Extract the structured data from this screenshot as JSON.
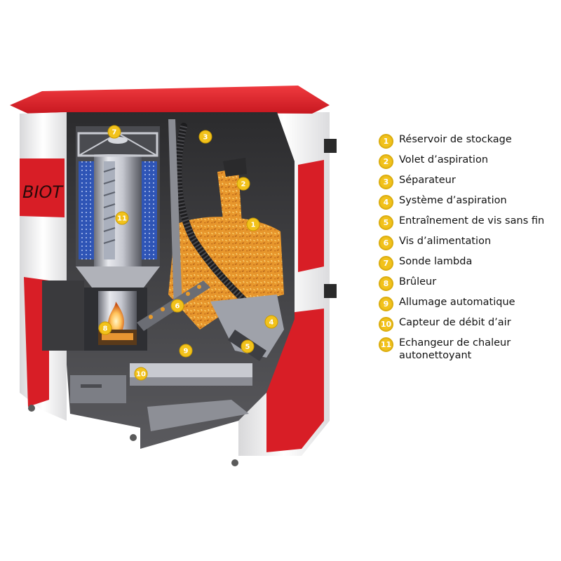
{
  "brand_text": "BIOT",
  "legend": [
    {
      "num": "1",
      "label": "Réservoir de stockage"
    },
    {
      "num": "2",
      "label": "Volet d’aspiration"
    },
    {
      "num": "3",
      "label": "Séparateur"
    },
    {
      "num": "4",
      "label": "Système d’aspiration"
    },
    {
      "num": "5",
      "label": "Entraînement de vis sans fin"
    },
    {
      "num": "6",
      "label": "Vis d’alimentation"
    },
    {
      "num": "7",
      "label": "Sonde lambda"
    },
    {
      "num": "8",
      "label": "Brûleur"
    },
    {
      "num": "9",
      "label": "Allumage automatique"
    },
    {
      "num": "10",
      "label": "Capteur de débit d’air"
    },
    {
      "num": "11",
      "label": "Echangeur de chaleur",
      "label2": "autonettoyant"
    }
  ],
  "colors": {
    "casing_red": "#e0202a",
    "casing_white": "#f4f4f4",
    "interior_dark": "#3c3c3e",
    "pellet_orange": "#e89a2a",
    "callout_yellow": "#f2c21b"
  }
}
